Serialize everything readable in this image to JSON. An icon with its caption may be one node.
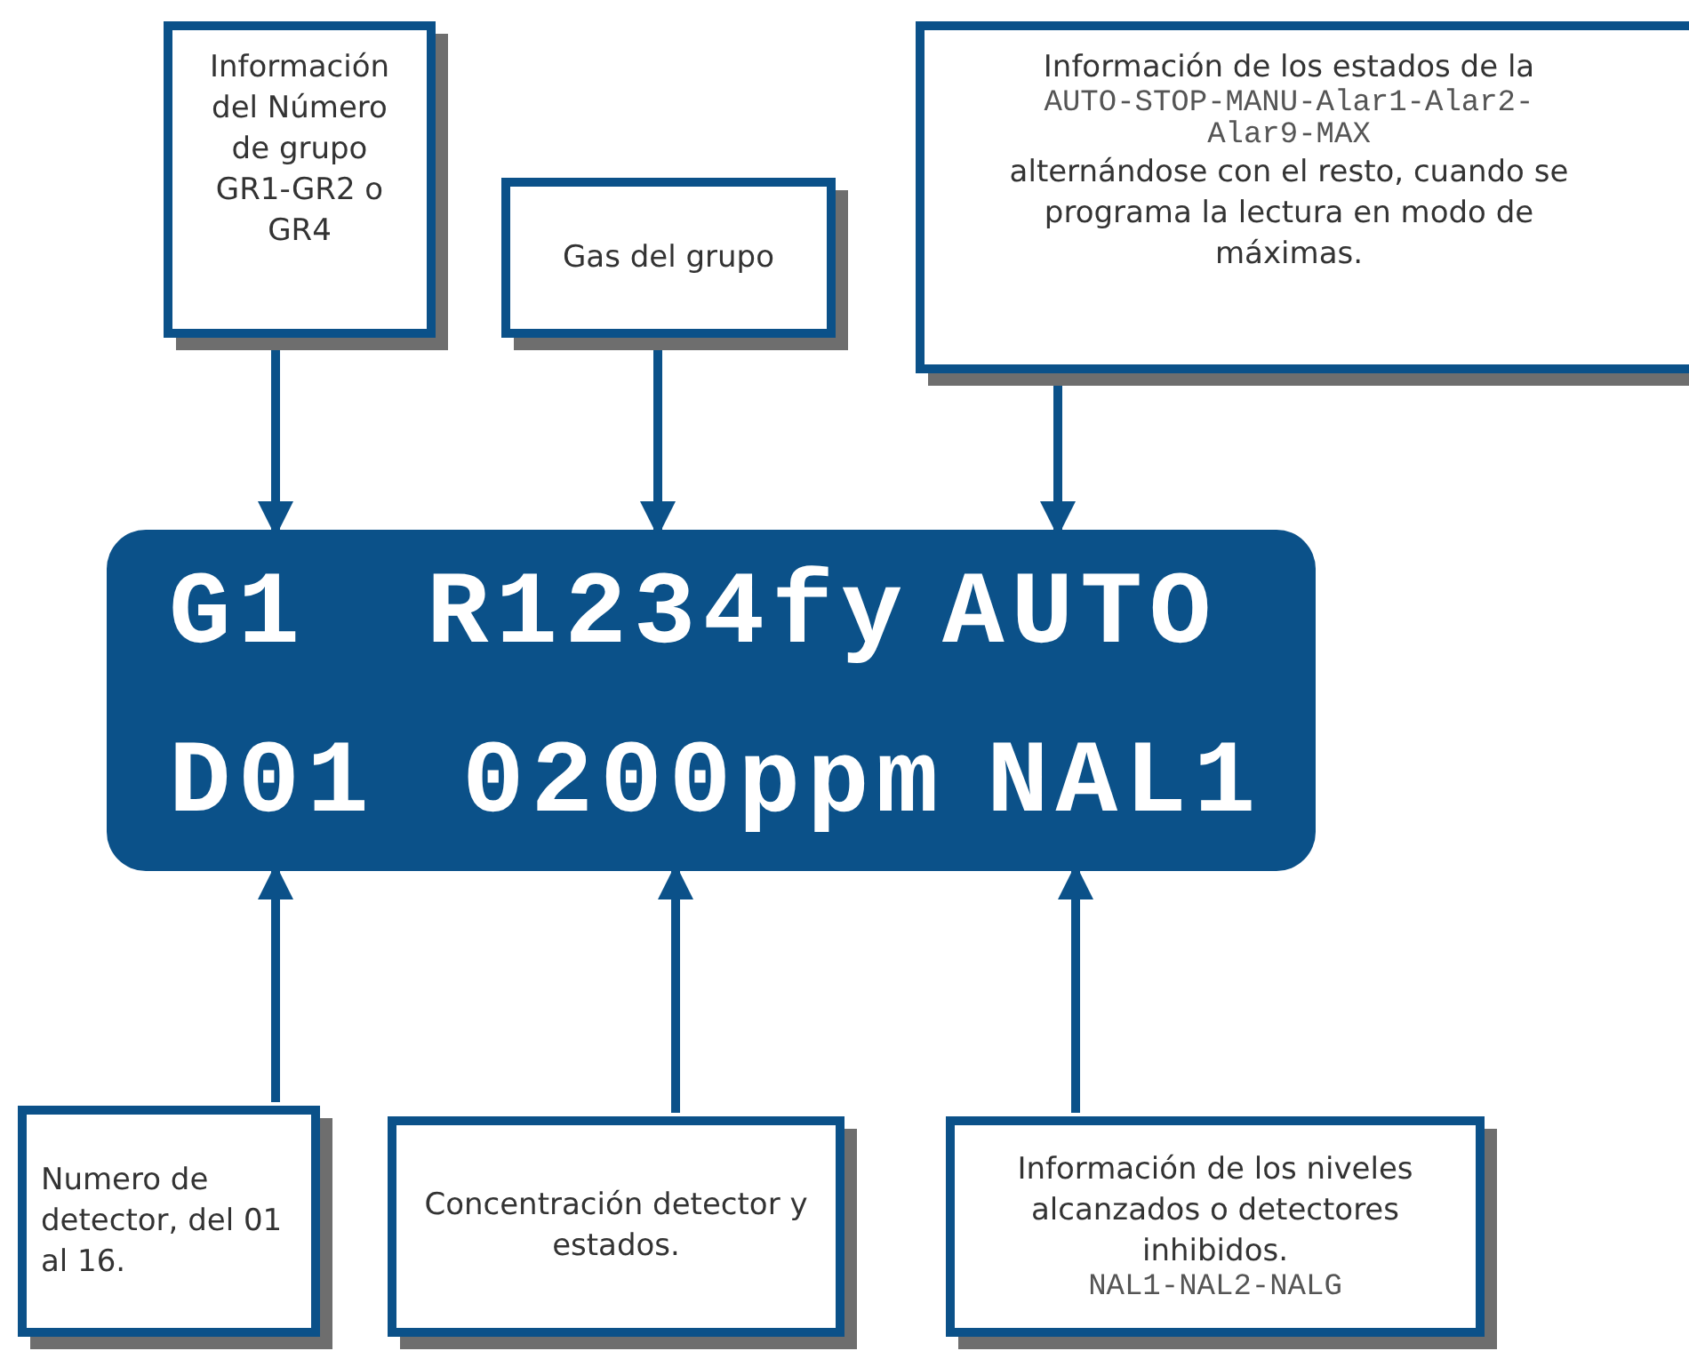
{
  "diagram": {
    "nodes": [
      {
        "text": [
          "Información del Número de grupo GR1-GR2 o GR4"
        ]
      },
      {
        "text": [
          "Gas del grupo"
        ]
      },
      {
        "text": [
          "Información de los estados de la",
          "AUTO-STOP-MANU-Alar1-Alar2-Alar9-MAX",
          "alternándose con el resto, cuando se programa la lectura en modo de máximas."
        ]
      },
      {
        "text": [],
        "shape": "box"
      },
      {
        "text": [
          "G1"
        ],
        "in": 3
      },
      {
        "text": [
          "R1234fy"
        ],
        "in": 3
      },
      {
        "text": [
          "AUTO"
        ],
        "in": 3
      },
      {
        "text": [
          "D01"
        ],
        "in": 3
      },
      {
        "text": [
          "0200ppm"
        ],
        "in": 3
      },
      {
        "text": [
          "NAL1"
        ],
        "in": 3
      },
      {
        "text": [
          "Numero de detector, del 01 al 16."
        ]
      },
      {
        "text": [
          "Concentración detector y estados."
        ]
      },
      {
        "text": [
          "Información de los niveles alcanzados o detectores inhibidos.",
          "NAL1-NAL2-NALG"
        ]
      }
    ],
    "edges": [
      {
        "from": 0,
        "to": 4,
        "arrow": "to"
      },
      {
        "from": 1,
        "to": 5,
        "arrow": "to"
      },
      {
        "from": 2,
        "to": 6,
        "arrow": "to"
      },
      {
        "from": 10,
        "to": 7,
        "arrow": "to"
      },
      {
        "from": 11,
        "to": 8,
        "arrow": "to"
      },
      {
        "from": 12,
        "to": 9,
        "arrow": "to"
      }
    ]
  }
}
